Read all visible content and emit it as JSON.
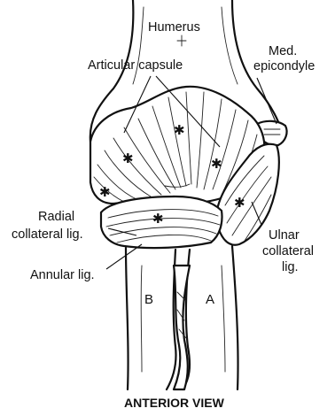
{
  "labels": {
    "humerus": "Humerus",
    "articular_capsule": "Articular capsule",
    "med_epicondyle_1": "Med.",
    "med_epicondyle_2": "epicondyle",
    "radial_collateral_1": "Radial",
    "radial_collateral_2": "collateral lig.",
    "ulnar_collateral_1": "Ulnar",
    "ulnar_collateral_2": "collateral",
    "ulnar_collateral_3": "lig.",
    "annular_lig": "Annular lig.",
    "bone_b": "B",
    "bone_a": "A",
    "view_caption": "ANTERIOR VIEW"
  }
}
